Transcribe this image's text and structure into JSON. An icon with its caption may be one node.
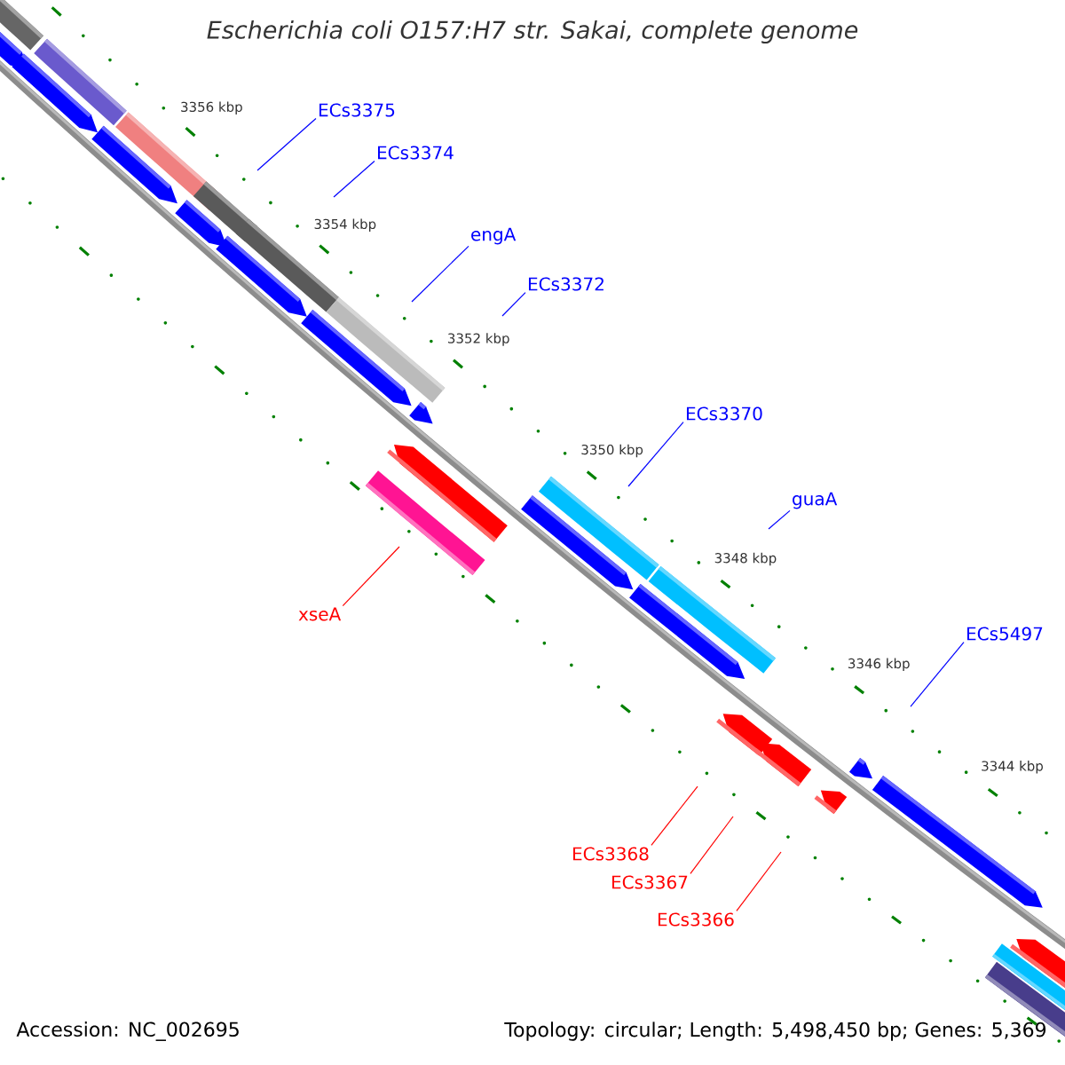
{
  "diagram": {
    "title": "Escherichia coli O157:H7 str. Sakai, complete genome",
    "nodes": [
      {
        "text": [
          "ECs3375"
        ]
      },
      {
        "text": [
          "ECs3374"
        ]
      },
      {
        "text": [
          "engA"
        ]
      },
      {
        "text": [
          "ECs3372"
        ]
      },
      {
        "text": [
          "ECs3370"
        ]
      },
      {
        "text": [
          "guaA"
        ]
      },
      {
        "text": [
          "ECs5497"
        ]
      },
      {
        "text": [
          "xseA"
        ]
      },
      {
        "text": [
          "ECs3368"
        ]
      },
      {
        "text": [
          "ECs3367"
        ]
      },
      {
        "text": [
          "ECs3366"
        ]
      }
    ],
    "edges": [
      {
        "from": 0,
        "to": null,
        "arrow": "none"
      },
      {
        "from": 1,
        "to": null,
        "arrow": "none"
      },
      {
        "from": 2,
        "to": null,
        "arrow": "none"
      },
      {
        "from": 3,
        "to": null,
        "arrow": "none"
      },
      {
        "from": 4,
        "to": null,
        "arrow": "none"
      },
      {
        "from": 5,
        "to": null,
        "arrow": "none"
      },
      {
        "from": 6,
        "to": null,
        "arrow": "none"
      },
      {
        "from": 7,
        "to": null,
        "arrow": "none",
        "color": "#ff0000"
      },
      {
        "from": 8,
        "to": null,
        "arrow": "none",
        "color": "#ff0000"
      },
      {
        "from": 9,
        "to": null,
        "arrow": "none",
        "color": "#ff0000"
      },
      {
        "from": 10,
        "to": null,
        "arrow": "none",
        "color": "#ff0000"
      }
    ],
    "labels": [
      "3356 kbp",
      "3354 kbp",
      "3352 kbp",
      "3350 kbp",
      "3348 kbp",
      "3346 kbp",
      "3344 kbp",
      "Accession: NC_002695",
      "Topology: circular; Length: 5,498,450 bp; Genes: 5,369"
    ]
  }
}
